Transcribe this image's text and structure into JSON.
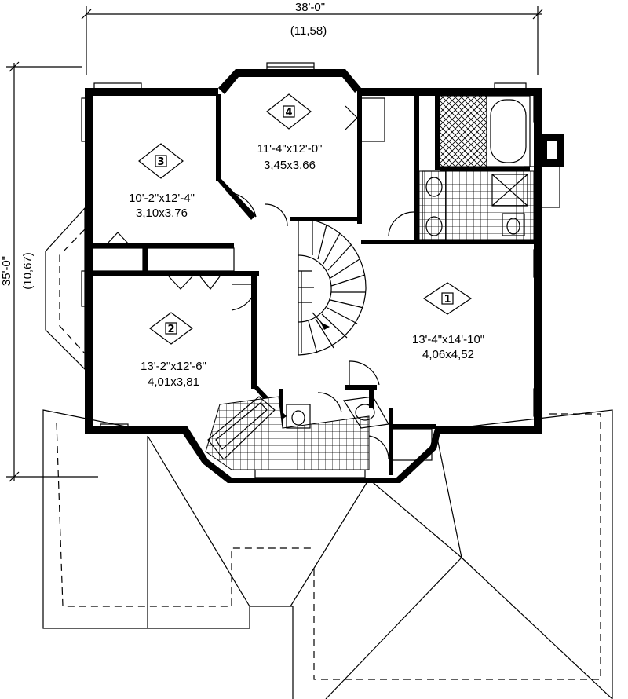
{
  "dimensions": {
    "width_ft": "38'-0\"",
    "width_m": "(11,58)",
    "depth_ft": "35'-0\"",
    "depth_m": "(10,67)"
  },
  "rooms": [
    {
      "tag": "1",
      "size_ft": "13'-4\"x14'-10\"",
      "size_m": "4,06x4,52"
    },
    {
      "tag": "2",
      "size_ft": "13'-2\"x12'-6\"",
      "size_m": "4,01x3,81"
    },
    {
      "tag": "3",
      "size_ft": "10'-2\"x12'-4\"",
      "size_m": "3,10x3,76"
    },
    {
      "tag": "4",
      "size_ft": "11'-4\"x12'-0\"",
      "size_m": "3,45x3,66"
    }
  ]
}
